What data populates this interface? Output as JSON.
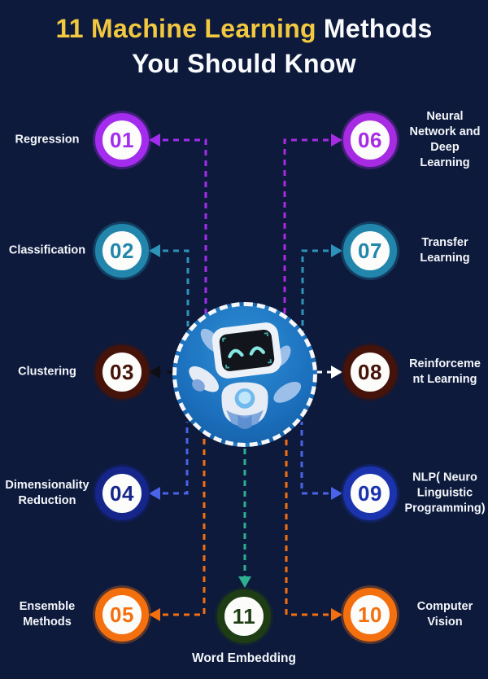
{
  "background_color": "#0D1A3C",
  "title": {
    "highlight": "11 Machine Learning",
    "rest": "Methods",
    "line2": "You Should Know",
    "highlight_color": "#F2C840",
    "rest_color": "#FAFBFD"
  },
  "center": {
    "icon": "robot-mascot",
    "circle_color": "#1B6FBC",
    "border_color": "#FFFFFF"
  },
  "items": [
    {
      "num": "01",
      "label": "Regression",
      "ring": "#A42CEF",
      "line": "#A42CEF"
    },
    {
      "num": "02",
      "label": "Classification",
      "ring": "#2286AC",
      "line": "#2E93B8"
    },
    {
      "num": "03",
      "label": "Clustering",
      "ring": "#451309",
      "line": "#0E0E14"
    },
    {
      "num": "04",
      "label": "Dimensionality\nReduction",
      "ring": "#152589",
      "line": "#4A63E9"
    },
    {
      "num": "05",
      "label": "Ensemble\nMethods",
      "ring": "#F4700F",
      "line": "#F4700F"
    },
    {
      "num": "06",
      "label": "Neural\nNetwork and\nDeep\nLearning",
      "ring": "#A82BE4",
      "line": "#A82BE4"
    },
    {
      "num": "07",
      "label": "Transfer\nLearning",
      "ring": "#2286AC",
      "line": "#2E93B8"
    },
    {
      "num": "08",
      "label": "Reinforceme\nnt Learning",
      "ring": "#451309",
      "line": "#FFFFFF"
    },
    {
      "num": "09",
      "label": "NLP( Neuro\nLinguistic\nProgramming)",
      "ring": "#1C33AE",
      "line": "#4A63E9"
    },
    {
      "num": "10",
      "label": "Computer\nVision",
      "ring": "#F4700F",
      "line": "#F4700F"
    },
    {
      "num": "11",
      "label": "Word Embedding",
      "ring": "#1F3D15",
      "line": "#2EAF90"
    }
  ]
}
